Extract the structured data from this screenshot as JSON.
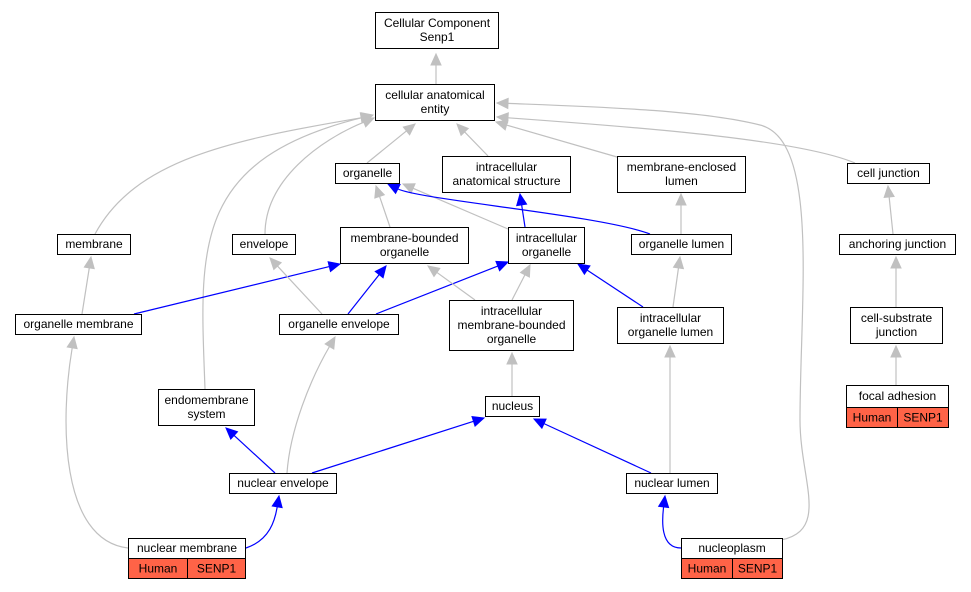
{
  "colors": {
    "is_a_edge": "#c0c0c0",
    "part_of_edge": "#0000ff",
    "annotation_fill": "#ff6347",
    "node_fill": "#ffffff"
  },
  "nodes": [
    {
      "id": "root",
      "lines": [
        "Cellular Component",
        "Senp1"
      ]
    },
    {
      "id": "cae",
      "lines": [
        "cellular anatomical",
        "entity"
      ]
    },
    {
      "id": "organelle",
      "lines": [
        "organelle"
      ]
    },
    {
      "id": "ias",
      "lines": [
        "intracellular",
        "anatomical structure"
      ]
    },
    {
      "id": "mel",
      "lines": [
        "membrane-enclosed",
        "lumen"
      ]
    },
    {
      "id": "celljunction",
      "lines": [
        "cell junction"
      ]
    },
    {
      "id": "membrane",
      "lines": [
        "membrane"
      ]
    },
    {
      "id": "envelope",
      "lines": [
        "envelope"
      ]
    },
    {
      "id": "mbo",
      "lines": [
        "membrane-bounded",
        "organelle"
      ]
    },
    {
      "id": "io",
      "lines": [
        "intracellular",
        "organelle"
      ]
    },
    {
      "id": "ol",
      "lines": [
        "organelle lumen"
      ]
    },
    {
      "id": "aj",
      "lines": [
        "anchoring junction"
      ]
    },
    {
      "id": "om",
      "lines": [
        "organelle membrane"
      ]
    },
    {
      "id": "oe",
      "lines": [
        "organelle envelope"
      ]
    },
    {
      "id": "imbo",
      "lines": [
        "intracellular",
        "membrane-bounded",
        "organelle"
      ]
    },
    {
      "id": "iol",
      "lines": [
        "intracellular",
        "organelle lumen"
      ]
    },
    {
      "id": "csj",
      "lines": [
        "cell-substrate",
        "junction"
      ]
    },
    {
      "id": "es",
      "lines": [
        "endomembrane",
        "system"
      ]
    },
    {
      "id": "nucleus",
      "lines": [
        "nucleus"
      ]
    },
    {
      "id": "fa",
      "lines": [
        "focal adhesion"
      ]
    },
    {
      "id": "ne",
      "lines": [
        "nuclear envelope"
      ]
    },
    {
      "id": "nl",
      "lines": [
        "nuclear lumen"
      ]
    },
    {
      "id": "nm",
      "lines": [
        "nuclear membrane"
      ]
    },
    {
      "id": "np",
      "lines": [
        "nucleoplasm"
      ]
    }
  ],
  "annotations": [
    {
      "node": "fa",
      "species": "Human",
      "gene": "SENP1"
    },
    {
      "node": "nm",
      "species": "Human",
      "gene": "SENP1"
    },
    {
      "node": "np",
      "species": "Human",
      "gene": "SENP1"
    }
  ],
  "edges": [
    {
      "from": "cae",
      "to": "root",
      "type": "is_a"
    },
    {
      "from": "organelle",
      "to": "cae",
      "type": "is_a"
    },
    {
      "from": "ias",
      "to": "cae",
      "type": "is_a"
    },
    {
      "from": "mel",
      "to": "cae",
      "type": "is_a"
    },
    {
      "from": "celljunction",
      "to": "cae",
      "type": "is_a"
    },
    {
      "from": "membrane",
      "to": "cae",
      "type": "is_a"
    },
    {
      "from": "envelope",
      "to": "cae",
      "type": "is_a"
    },
    {
      "from": "es",
      "to": "cae",
      "type": "is_a"
    },
    {
      "from": "np",
      "to": "cae",
      "type": "is_a"
    },
    {
      "from": "mbo",
      "to": "organelle",
      "type": "is_a"
    },
    {
      "from": "io",
      "to": "organelle",
      "type": "is_a"
    },
    {
      "from": "ol",
      "to": "organelle",
      "type": "part_of"
    },
    {
      "from": "io",
      "to": "ias",
      "type": "part_of"
    },
    {
      "from": "ol",
      "to": "mel",
      "type": "is_a"
    },
    {
      "from": "aj",
      "to": "celljunction",
      "type": "is_a"
    },
    {
      "from": "om",
      "to": "membrane",
      "type": "is_a"
    },
    {
      "from": "om",
      "to": "mbo",
      "type": "part_of"
    },
    {
      "from": "oe",
      "to": "envelope",
      "type": "is_a"
    },
    {
      "from": "oe",
      "to": "mbo",
      "type": "part_of"
    },
    {
      "from": "oe",
      "to": "io",
      "type": "part_of"
    },
    {
      "from": "imbo",
      "to": "mbo",
      "type": "is_a"
    },
    {
      "from": "imbo",
      "to": "io",
      "type": "is_a"
    },
    {
      "from": "iol",
      "to": "ol",
      "type": "is_a"
    },
    {
      "from": "iol",
      "to": "io",
      "type": "part_of"
    },
    {
      "from": "csj",
      "to": "aj",
      "type": "is_a"
    },
    {
      "from": "fa",
      "to": "csj",
      "type": "is_a"
    },
    {
      "from": "nucleus",
      "to": "imbo",
      "type": "is_a"
    },
    {
      "from": "nl",
      "to": "iol",
      "type": "is_a"
    },
    {
      "from": "ne",
      "to": "oe",
      "type": "is_a"
    },
    {
      "from": "ne",
      "to": "es",
      "type": "part_of"
    },
    {
      "from": "ne",
      "to": "nucleus",
      "type": "part_of"
    },
    {
      "from": "nl",
      "to": "nucleus",
      "type": "part_of"
    },
    {
      "from": "nm",
      "to": "om",
      "type": "is_a"
    },
    {
      "from": "nm",
      "to": "ne",
      "type": "part_of"
    },
    {
      "from": "np",
      "to": "nl",
      "type": "part_of"
    }
  ]
}
